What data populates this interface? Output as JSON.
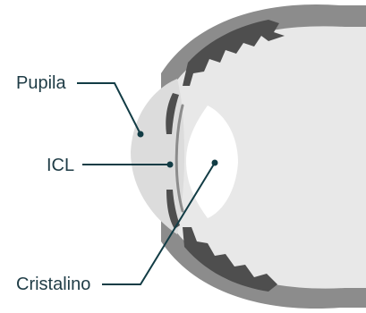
{
  "diagram": {
    "labels": {
      "pupil": "Pupila",
      "icl": "ICL",
      "lens": "Cristalino"
    },
    "colors": {
      "eye_fill": "#e8e8e8",
      "sclera_band": "#8c8c8c",
      "iris_dark": "#4e4e4e",
      "cornea": "#dcdcdc",
      "lens": "#ffffff",
      "leader": "#123c45",
      "text": "#1f3c46"
    }
  }
}
